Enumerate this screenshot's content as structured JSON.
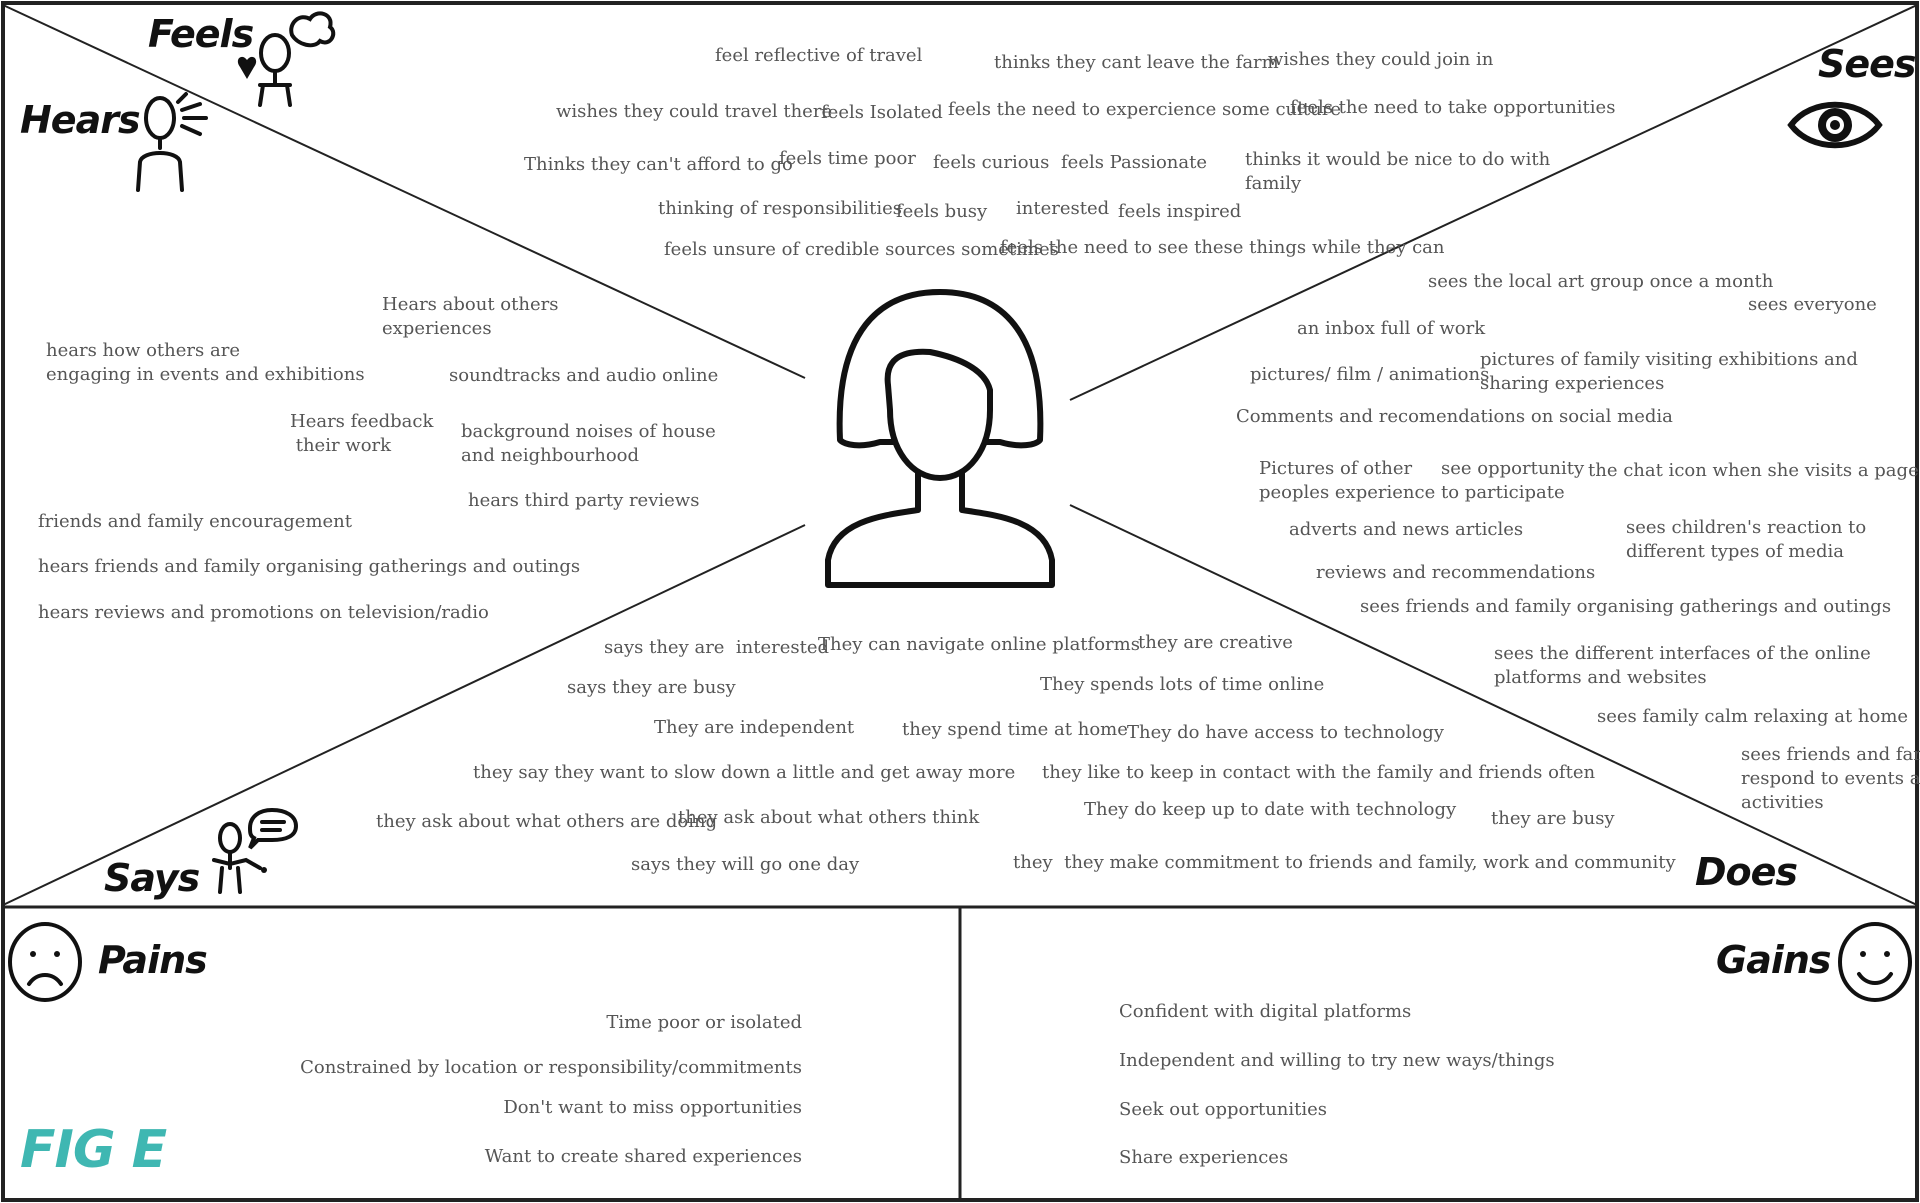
{
  "labels": {
    "feels": "Feels",
    "hears": "Hears",
    "sees": "Sees",
    "says": "Says",
    "does": "Does",
    "pains": "Pains",
    "gains": "Gains",
    "figure": "FIG E"
  },
  "feels": [
    "feel reflective of travel",
    "thinks they cant leave the farm",
    "wishes they could join in",
    "wishes they could travel there",
    "feels Isolated",
    "feels the need to expercience some culture",
    "feels the need to take opportunities",
    "Thinks they can't afford to go",
    "feels time poor",
    "feels curious",
    "feels Passionate",
    "thinks it would be nice to do with\nfamily",
    "thinking of responsibilities",
    "feels busy",
    "interested",
    "feels inspired",
    "feels unsure of credible sources sometimes",
    "feels the need to see these things while they can"
  ],
  "hears": [
    "Hears about others\nexperiences",
    "hears how others are\nengaging in events and exhibitions",
    "soundtracks and audio online",
    "Hears feedback\n their work",
    "background noises of house\nand neighbourhood",
    "hears third party reviews",
    "friends and family encouragement",
    "hears friends and family organising gatherings and outings",
    "hears reviews and promotions on television/radio"
  ],
  "sees": [
    "sees the local art group once a month",
    "sees everyone",
    "an inbox full of work",
    "pictures/ film / animations",
    "pictures of family visiting exhibitions and\nsharing experiences",
    "Comments and recomendations on social media",
    "Pictures of other\npeoples experience",
    "see opportunity\nto participate",
    "the chat icon when she visits a page",
    "adverts and news articles",
    "sees children's reaction to\ndifferent types of media",
    "reviews and recommendations",
    "sees friends and family organising gatherings and outings",
    "sees the different interfaces of the online\nplatforms and websites",
    "sees family calm relaxing at home",
    "sees friends and family\nrespond to events and\nactivities"
  ],
  "says_does": [
    "says they are  interested",
    "They can navigate online platforms",
    "they are creative",
    "says they are busy",
    "They spends lots of time online",
    "They are independent",
    "they spend time at home",
    "They do have access to technology",
    "they say they want to slow down a little and get away more",
    "they like to keep in contact with the family and friends often",
    "they ask about what others are doing",
    "they ask about what others think",
    "They do keep up to date with technology",
    "they are busy",
    "says they will go one day",
    "they  they make commitment to friends and family, work and community"
  ],
  "pains": [
    "Time poor or isolated",
    "Constrained by location or responsibility/commitments",
    "Don't want to miss opportunities",
    "Want to create shared experiences"
  ],
  "gains": [
    "Confident with digital platforms",
    "Independent and willing to try new ways/things",
    "Seek out opportunities",
    "Share experiences"
  ]
}
